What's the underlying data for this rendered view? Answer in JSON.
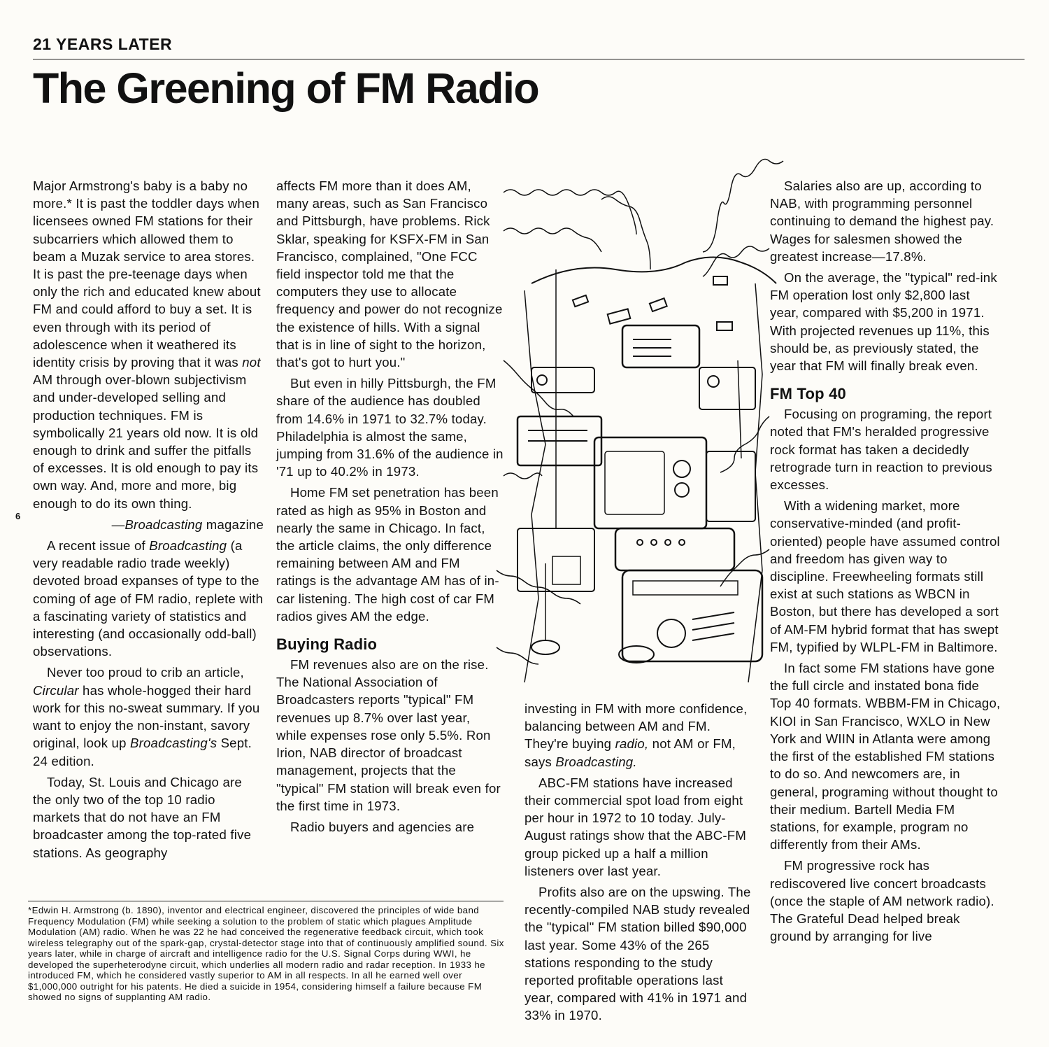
{
  "header": {
    "kicker": "21 YEARS LATER",
    "title": "The Greening of FM Radio",
    "page_number": "6"
  },
  "column1": {
    "quote": "Major Armstrong's baby is a baby no more.* It is past the toddler days when licensees owned FM stations for their subcarriers which allowed them to beam a Muzak service to area stores. It is past the pre-teenage days when only the rich and educated knew about FM and could afford to buy a set. It is even through with its period of adolescence when it weathered its identity crisis by proving that it was",
    "quote_em": "not",
    "quote_end": "AM through over-blown subjectivism and under-developed selling and production techniques. FM is symbolically 21 years old now. It is old enough to drink and suffer the pitfalls of excesses. It is old enough to pay its own way. And, more and more, big enough to do its own thing.",
    "attribution_dash": "—",
    "attribution_em": "Broadcasting",
    "attribution_end": "magazine",
    "p1_a": "A recent issue of",
    "p1_em": "Broadcasting",
    "p1_b": "(a very readable radio trade weekly) devoted broad expanses of type to the coming of age of FM radio, replete with a fascinating variety of statistics and interesting (and occasionally odd-ball) observations.",
    "p2_a": "Never too proud to crib an article,",
    "p2_em1": "Circular",
    "p2_b": "has whole-hogged their hard work for this no-sweat summary. If you want to enjoy the non-instant, savory original, look up",
    "p2_em2": "Broadcasting's",
    "p2_c": "Sept. 24 edition.",
    "p3": "Today, St. Louis and Chicago are the only two of the top 10 radio markets that do not have an FM broadcaster among the top-rated five stations. As geography"
  },
  "column2": {
    "p1": "affects FM more than it does AM, many areas, such as San Francisco and Pittsburgh, have problems. Rick Sklar, speaking for KSFX-FM in San Francisco, complained, \"One FCC field inspector told me that the computers they use to allocate frequency and power do not recognize the existence of hills. With a signal that is in line of sight to the horizon, that's got to hurt you.\"",
    "p2": "But even in hilly Pittsburgh, the FM share of the audience has doubled from 14.6% in 1971 to 32.7% today. Philadelphia is almost the same, jumping from 31.6% of the audience in '71 up to 40.2% in 1973.",
    "p3": "Home FM set penetration has been rated as high as 95% in Boston and nearly the same in Chicago. In fact, the article claims, the only difference remaining between AM and FM ratings is the advantage AM has of in-car listening. The high cost of car FM radios gives AM the edge.",
    "heading": "Buying Radio",
    "p4": "FM revenues also are on the rise. The National Association of Broadcasters reports \"typical\" FM revenues up 8.7% over last year, while expenses rose only 5.5%. Ron Irion, NAB director of broadcast management, projects that the \"typical\" FM station will break even for the first time in 1973.",
    "p5": "Radio buyers and agencies are"
  },
  "column3": {
    "p1_a": "investing in FM with more confidence, balancing between AM and FM. They're buying",
    "p1_em1": "radio,",
    "p1_b": "not AM or FM, says",
    "p1_em2": "Broadcasting.",
    "p2": "ABC-FM stations have increased their commercial spot load from eight per hour in 1972 to 10 today. July-August ratings show that the ABC-FM group picked up a half a million listeners over last year.",
    "p3": "Profits also are on the upswing. The recently-compiled NAB study revealed the \"typical\" FM station billed $90,000 last year. Some 43% of the 265 stations responding to the study reported profitable operations last year, compared with 41% in 1971 and 33% in 1970."
  },
  "column4": {
    "p1": "Salaries also are up, according to NAB, with programming personnel continuing to demand the highest pay. Wages for salesmen showed the greatest increase—17.8%.",
    "p2": "On the average, the \"typical\" red-ink FM operation lost only $2,800 last year, compared with $5,200 in 1971. With projected revenues up 11%, this should be, as previously stated, the year that FM will finally break even.",
    "heading": "FM Top 40",
    "p3": "Focusing on programing, the report noted that FM's heralded progressive rock format has taken a decidedly retrograde turn in reaction to previous excesses.",
    "p4": "With a widening market, more conservative-minded (and profit-oriented) people have assumed control and freedom has given way to discipline. Freewheeling formats still exist at such stations as WBCN in Boston, but there has developed a sort of AM-FM hybrid format that has swept FM, typified by WLPL-FM in Baltimore.",
    "p5": "In fact some FM stations have gone the full circle and instated bona fide Top 40 formats. WBBM-FM in Chicago, KIOI in San Francisco, WXLO in New York and WIIN in Atlanta were among the first of the established FM stations to do so. And newcomers are, in general, programing without thought to their medium. Bartell Media FM stations, for example, program no differently from their AMs.",
    "p6": "FM progressive rock has rediscovered live concert broadcasts (once the staple of AM network radio). The Grateful Dead helped break ground by arranging for live"
  },
  "footnote": {
    "text": "*Edwin H. Armstrong (b. 1890), inventor and electrical engineer, discovered the principles of wide band Frequency Modulation (FM) while seeking a solution to the problem of static which plagues Amplitude Modulation (AM) radio. When he was 22 he had conceived the regenerative feedback circuit, which took wireless telegraphy out of the spark-gap, crystal-detector stage into that of continuously amplified sound. Six years later, while in charge of aircraft and intelligence radio for the U.S. Signal Corps during WWI, he developed the superheterodyne circuit, which underlies all modern radio and radar reception. In 1933 he introduced FM, which he considered vastly superior to AM in all respects. In all he earned well over $1,000,000 outright for his patents. He died a suicide in 1954, considering himself a failure because FM showed no signs of supplanting AM radio."
  },
  "illustration": {
    "icon": "radio-pile-illustration",
    "stroke_color": "#111111"
  }
}
